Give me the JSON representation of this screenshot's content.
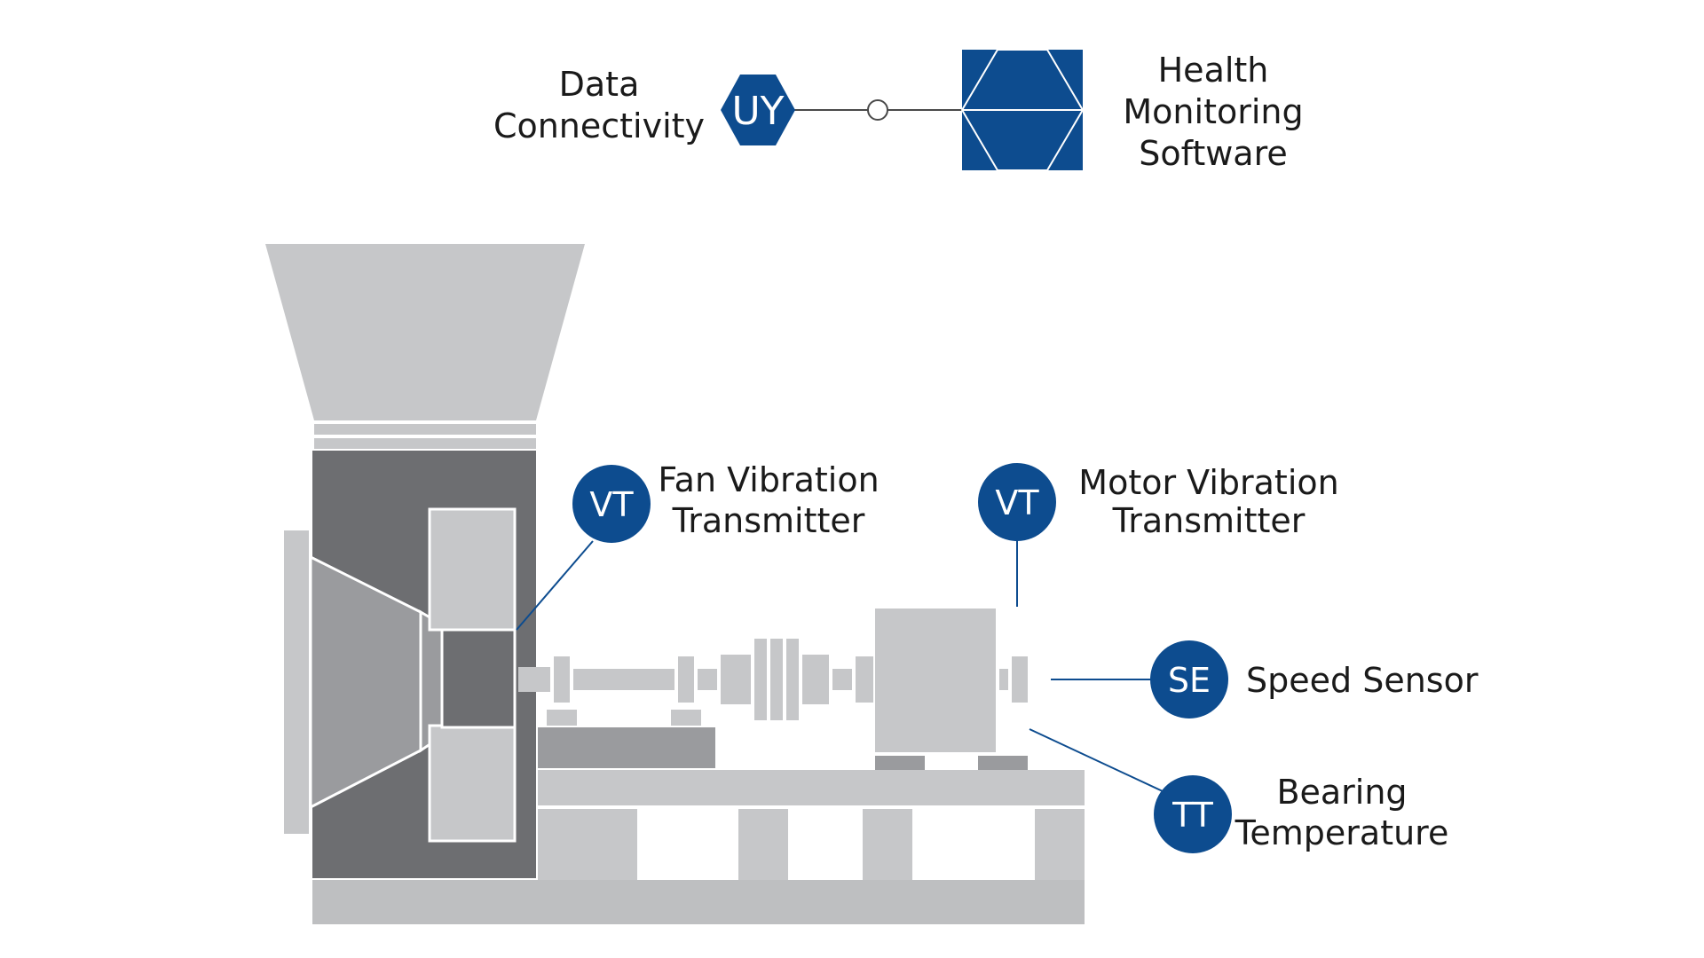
{
  "colors": {
    "instrument_blue": "#0d4c8f",
    "housing_dark": "#6d6e71",
    "part_mid": "#9a9b9e",
    "part_light": "#c6c7c9",
    "base_gray": "#bebfc1",
    "text": "#1a1a1a"
  },
  "data_connectivity": {
    "tag": "UY",
    "label_line1": "Data",
    "label_line2": "Connectivity"
  },
  "health_software": {
    "icon": "hexagon-grid-icon",
    "label_line1": "Health",
    "label_line2": "Monitoring",
    "label_line3": "Software"
  },
  "fan_vibration": {
    "tag": "VT",
    "label_line1": "Fan Vibration",
    "label_line2": "Transmitter"
  },
  "motor_vibration": {
    "tag": "VT",
    "label_line1": "Motor Vibration",
    "label_line2": "Transmitter"
  },
  "speed_sensor": {
    "tag": "SE",
    "label": "Speed Sensor"
  },
  "bearing_temperature": {
    "tag": "TT",
    "label_line1": "Bearing",
    "label_line2": "Temperature"
  }
}
